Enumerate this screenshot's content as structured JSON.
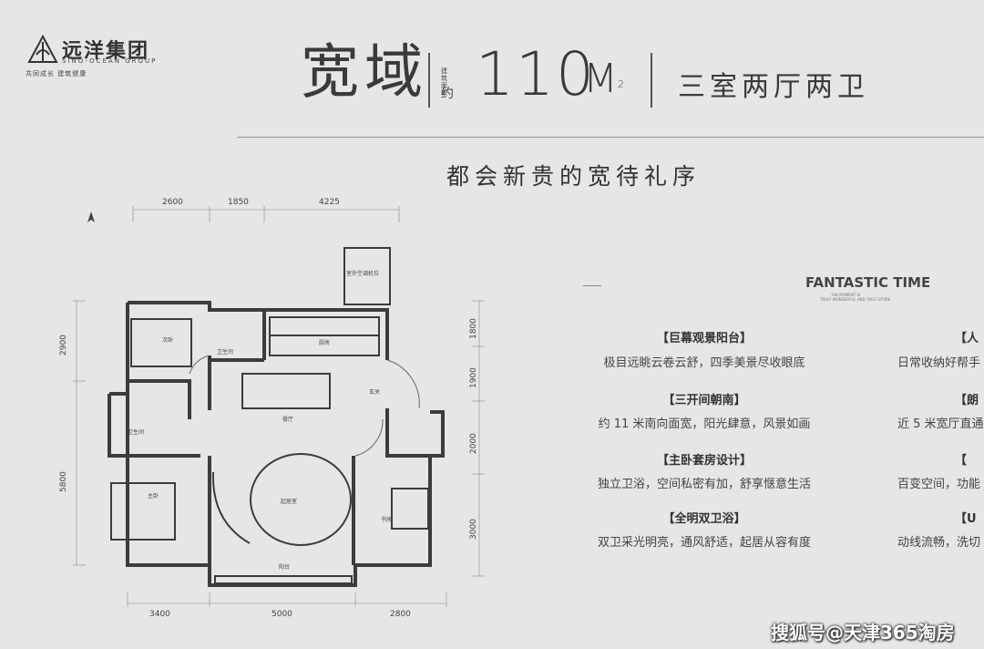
{
  "header": {
    "brand_cn": "远洋集团",
    "brand_en": "SINO-OCEAN GROUP",
    "brand_slogan": "共同成长  建筑健康",
    "title_name": "宽域",
    "area_note": "建筑面积",
    "area_approx": "约",
    "area_value": "110",
    "area_unit": "M",
    "area_unit_sup": "2",
    "layout_type": "三室两厅两卫",
    "tagline": "都会新贵的宽待礼序"
  },
  "floor_plan": {
    "dims_top": [
      "2600",
      "1850",
      "4225"
    ],
    "dims_bottom": [
      "3400",
      "5000",
      "2800"
    ],
    "dims_left": [
      "2900",
      "5800"
    ],
    "dims_right": [
      "1800",
      "1900",
      "2000",
      "3000"
    ],
    "rooms": {
      "ac_platform": "室外空调机位",
      "bedroom2": "次卧",
      "bath1": "卫生间",
      "kitchen": "厨房",
      "dining": "餐厅",
      "entry": "玄关",
      "bath2": "卫生间",
      "living": "起居室",
      "master": "主卧",
      "study": "书房",
      "balcony": "阳台"
    }
  },
  "features": {
    "title": "FANTASTIC TIME",
    "subtitle_1": "THE MOMENT IS",
    "subtitle_2": "TRULY WONDERFUL AND THIS FUTURE",
    "left": [
      {
        "title": "【巨幕观景阳台】",
        "desc": "极目远眺云卷云舒，四季美景尽收眼底"
      },
      {
        "title": "【三开间朝南】",
        "desc": "约 11 米南向面宽，阳光肆意，风景如画"
      },
      {
        "title": "【主卧套房设计】",
        "desc": "独立卫浴，空间私密有加，舒享惬意生活"
      },
      {
        "title": "【全明双卫浴】",
        "desc": "双卫采光明亮，通风舒适，起居从容有度"
      }
    ],
    "right": [
      {
        "title": "【人",
        "desc": "日常收纳好帮手"
      },
      {
        "title": "【朗",
        "desc": "近 5 米宽厅直通"
      },
      {
        "title": "【",
        "desc": "百变空间，功能"
      },
      {
        "title": "【U",
        "desc": "动线流畅，洗切"
      }
    ]
  },
  "watermark": "搜狐号@天津365淘房",
  "colors": {
    "background": "#e6e6e6",
    "wall": "#3c3c3c",
    "text": "#333333"
  }
}
